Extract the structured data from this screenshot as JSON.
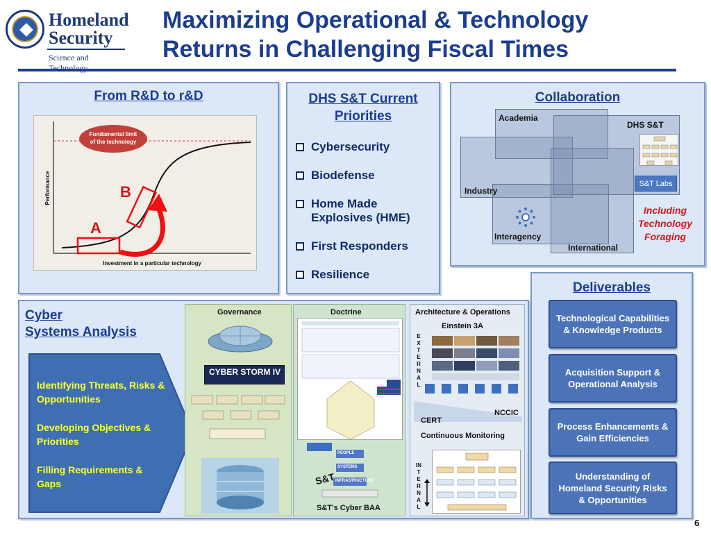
{
  "header": {
    "logo": {
      "org_line1": "Homeland",
      "org_line2": "Security",
      "division": "Science and Technology"
    },
    "title_line1": "Maximizing Operational & Technology",
    "title_line2": "Returns in Challenging Fiscal Times"
  },
  "rd_panel": {
    "heading": "From R&D to r&D",
    "chart": {
      "callout": "Fundamental limit of the technology",
      "ylabel": "Performance",
      "xlabel": "Investment in a particular technology",
      "point_a": "A",
      "point_b": "B"
    }
  },
  "priorities_panel": {
    "heading_line1": "DHS S&T Current",
    "heading_line2": "Priorities",
    "items": [
      "Cybersecurity",
      "Biodefense",
      "Home Made Explosives (HME)",
      "First Responders",
      "Resilience"
    ]
  },
  "collaboration_panel": {
    "heading": "Collaboration",
    "labels": {
      "academia": "Academia",
      "dhs_st": "DHS S&T",
      "industry": "Industry",
      "st_labs": "S&T Labs",
      "interagency": "Interagency",
      "international": "International"
    },
    "note": "Including Technology Foraging"
  },
  "deliverables_panel": {
    "heading": "Deliverables",
    "items": [
      "Technological Capabilities & Knowledge Products",
      "Acquisition Support & Operational Analysis",
      "Process Enhancements & Gain Efficiencies",
      "Understanding of Homeland Security Risks & Opportunities"
    ]
  },
  "cyber_panel": {
    "title_line1": "Cyber",
    "title_line2": "Systems Analysis",
    "arrow_items": [
      "Identifying Threats, Risks & Opportunities",
      "Developing Objectives & Priorities",
      "Filling Requirements & Gaps"
    ],
    "governance": {
      "heading": "Governance",
      "storm_title": "CYBER STORM IV"
    },
    "doctrine": {
      "heading": "Doctrine",
      "sub_caption": "S&T",
      "footer": "S&T's Cyber BAA",
      "layers": [
        "PEOPLE",
        "SYSTEMS",
        "INFRASTRUCTURE"
      ]
    },
    "architecture": {
      "heading": "Architecture & Operations",
      "einstein": "Einstein 3A",
      "external": "EXTERNAL",
      "nccic": "NCCIC",
      "cert": "CERT",
      "monitoring": "Continuous Monitoring",
      "internal": "INTERNAL"
    }
  },
  "page_number": "6",
  "colors": {
    "brand_blue": "#1b3d8f",
    "panel_fill": "#dce8f8",
    "deliverable_fill": "#4c72b8",
    "arrow_fill": "#3f6fb3",
    "accent_red": "#d31717",
    "arrow_text": "#ffff33"
  }
}
